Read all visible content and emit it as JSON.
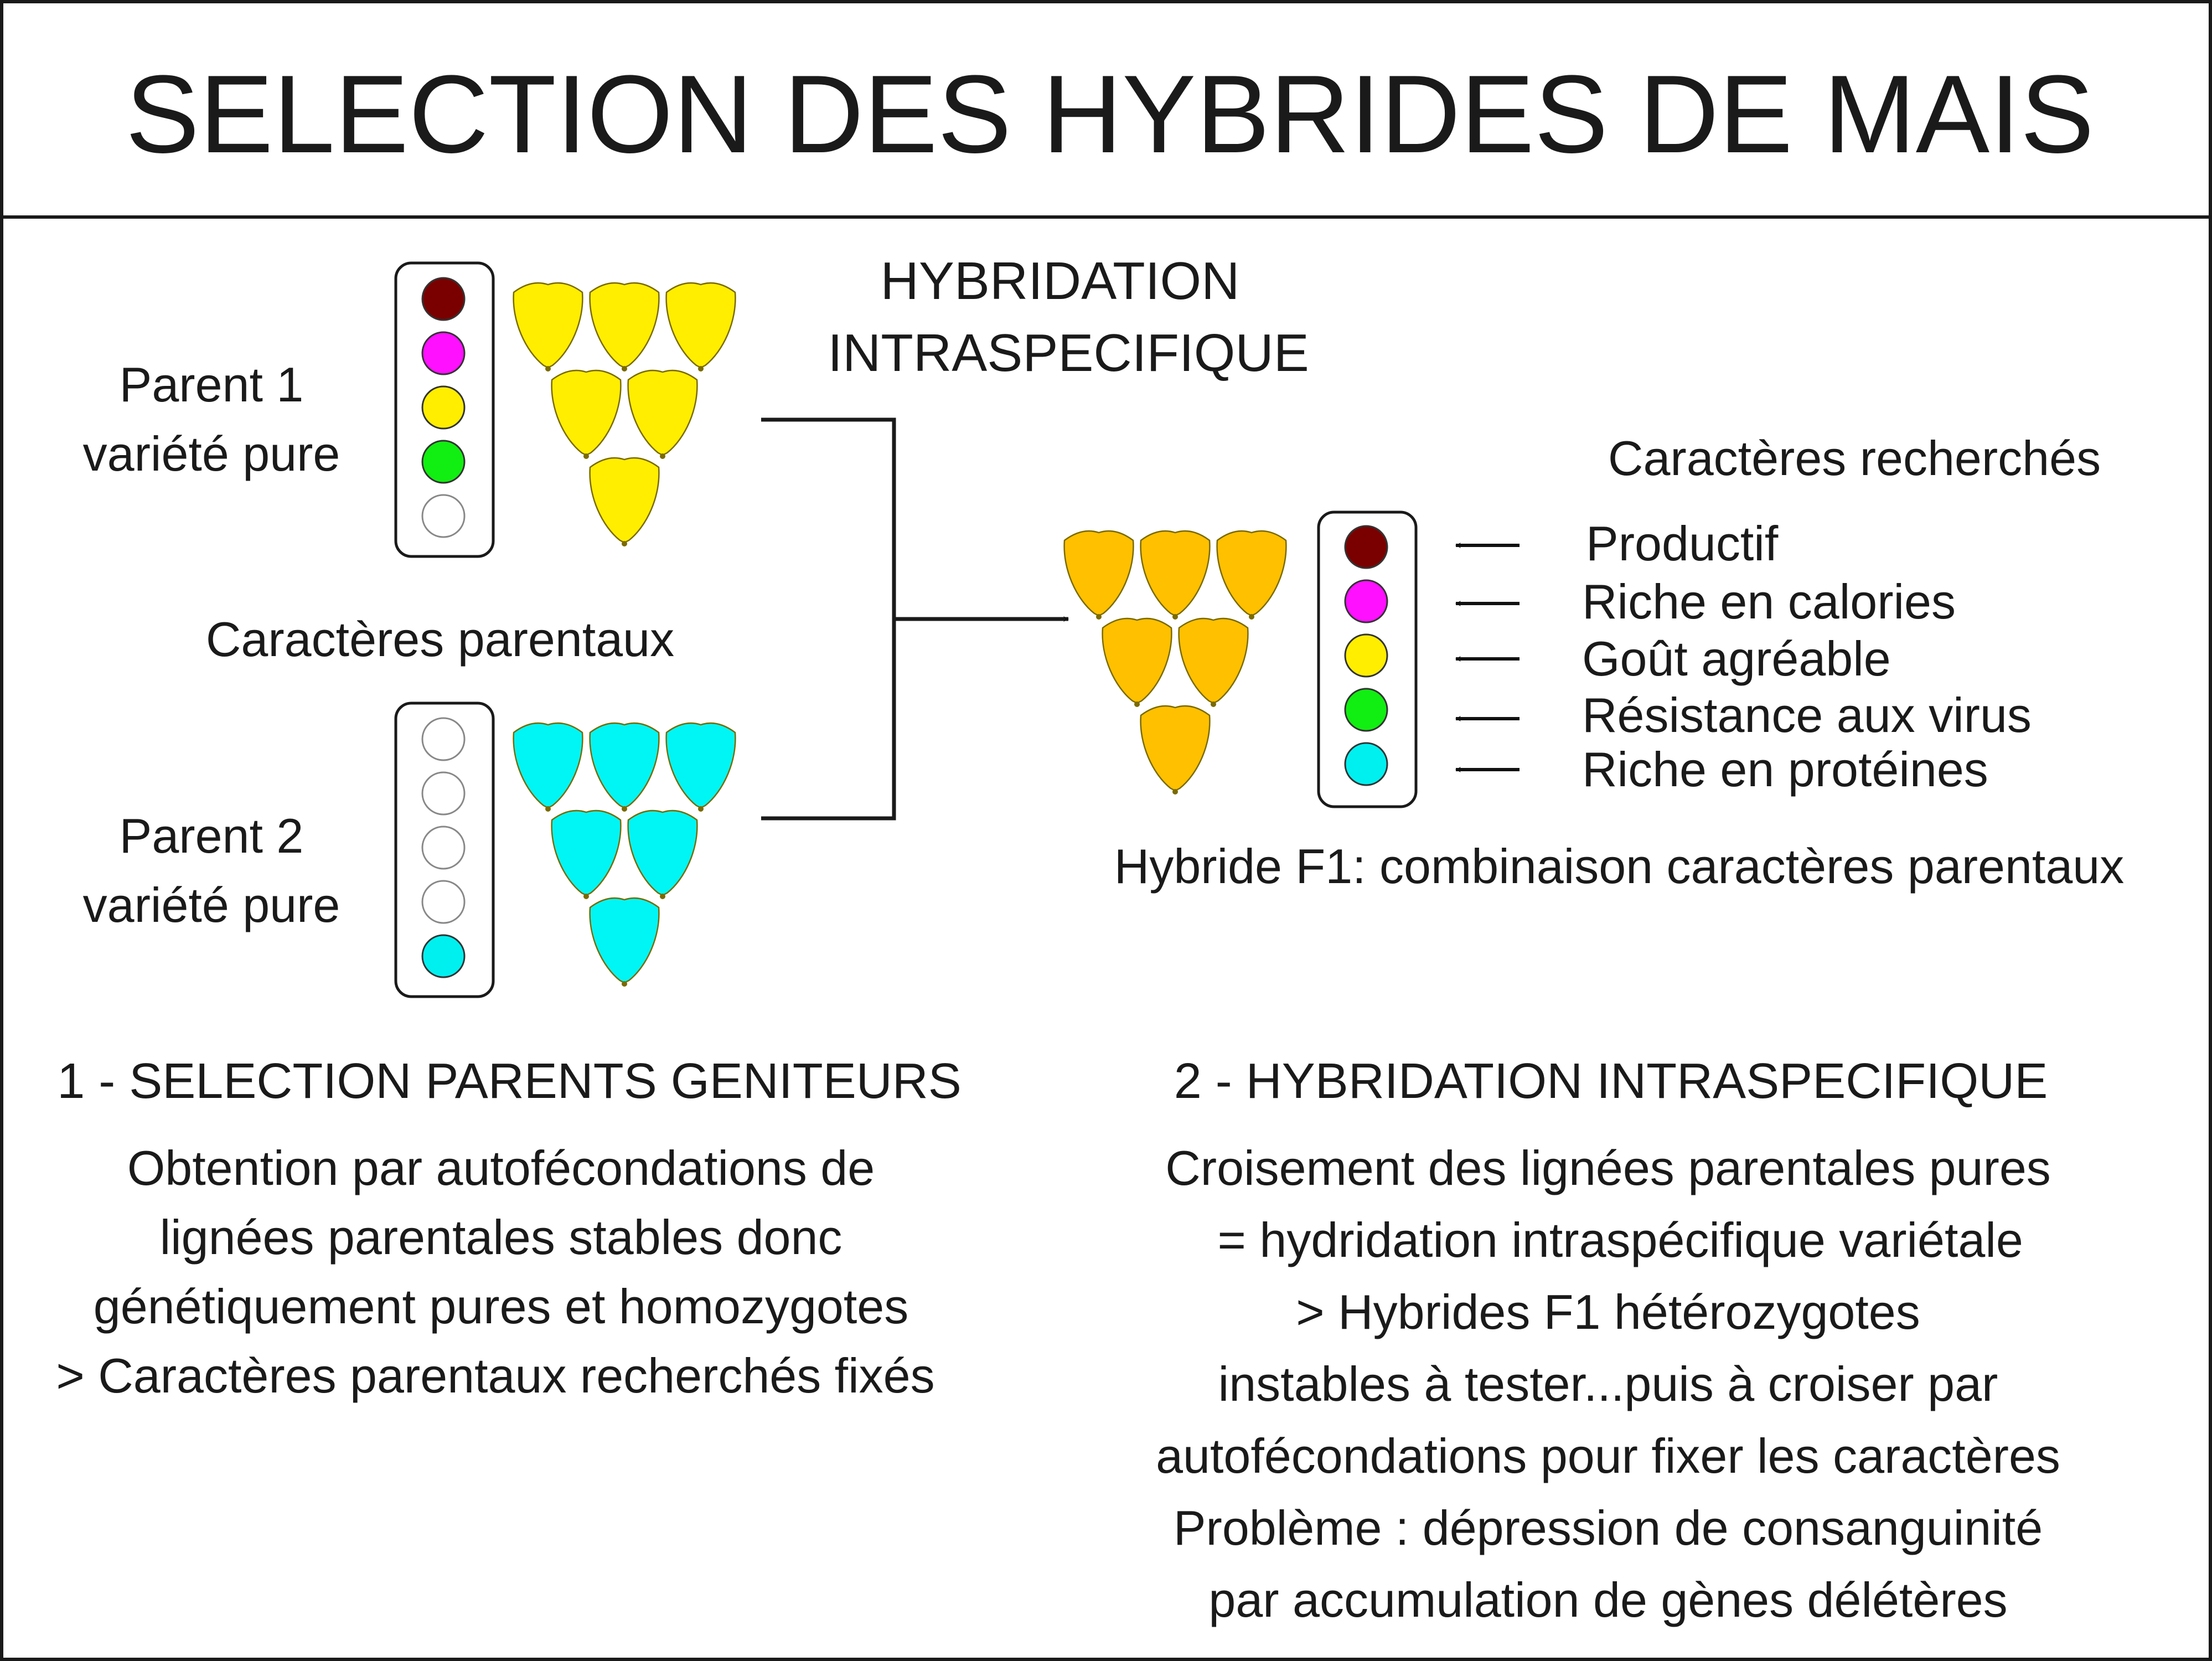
{
  "title": "SELECTION DES HYBRIDES DE MAIS",
  "hybridation_label": [
    "HYBRIDATION",
    "INTRASPECIFIQUE"
  ],
  "parent1": {
    "line1": "Parent 1",
    "line2": "variété pure",
    "dots": [
      "#7a0000",
      "#ff10ff",
      "#ffee00",
      "#11ee11",
      "#ffffff"
    ],
    "kernel_color": "#ffee00"
  },
  "parent2": {
    "line1": "Parent 2",
    "line2": "variété pure",
    "dots": [
      "#ffffff",
      "#ffffff",
      "#ffffff",
      "#ffffff",
      "#00f0f0"
    ],
    "kernel_color": "#00f5f5"
  },
  "parental_traits_label": "Caractères parentaux",
  "hybrid": {
    "kernel_color": "#ffc000",
    "dots": [
      "#7a0000",
      "#ff10ff",
      "#ffee00",
      "#11ee11",
      "#00f0f0"
    ],
    "traits_heading": "Caractères recherchés",
    "traits": [
      "Productif",
      "Riche en calories",
      "Goût agréable",
      "Résistance aux virus",
      "Riche en protéines"
    ],
    "caption": "Hybride F1: combinaison caractères parentaux"
  },
  "section1": {
    "heading": "1 - SELECTION PARENTS GENITEURS",
    "lines": [
      "Obtention par autofécondations de",
      "lignées parentales stables donc",
      "génétiquement pures et homozygotes",
      "> Caractères parentaux recherchés fixés"
    ]
  },
  "section2": {
    "heading": "2 - HYBRIDATION INTRASPECIFIQUE",
    "lines": [
      "Croisement des lignées parentales pures",
      " = hydridation intraspécifique variétale",
      "> Hybrides F1 hétérozygotes",
      "instables à tester...puis à croiser par",
      "autofécondations pour fixer les caractères",
      "Problème : dépression de consanguinité",
      "par accumulation de gènes délétères"
    ]
  }
}
